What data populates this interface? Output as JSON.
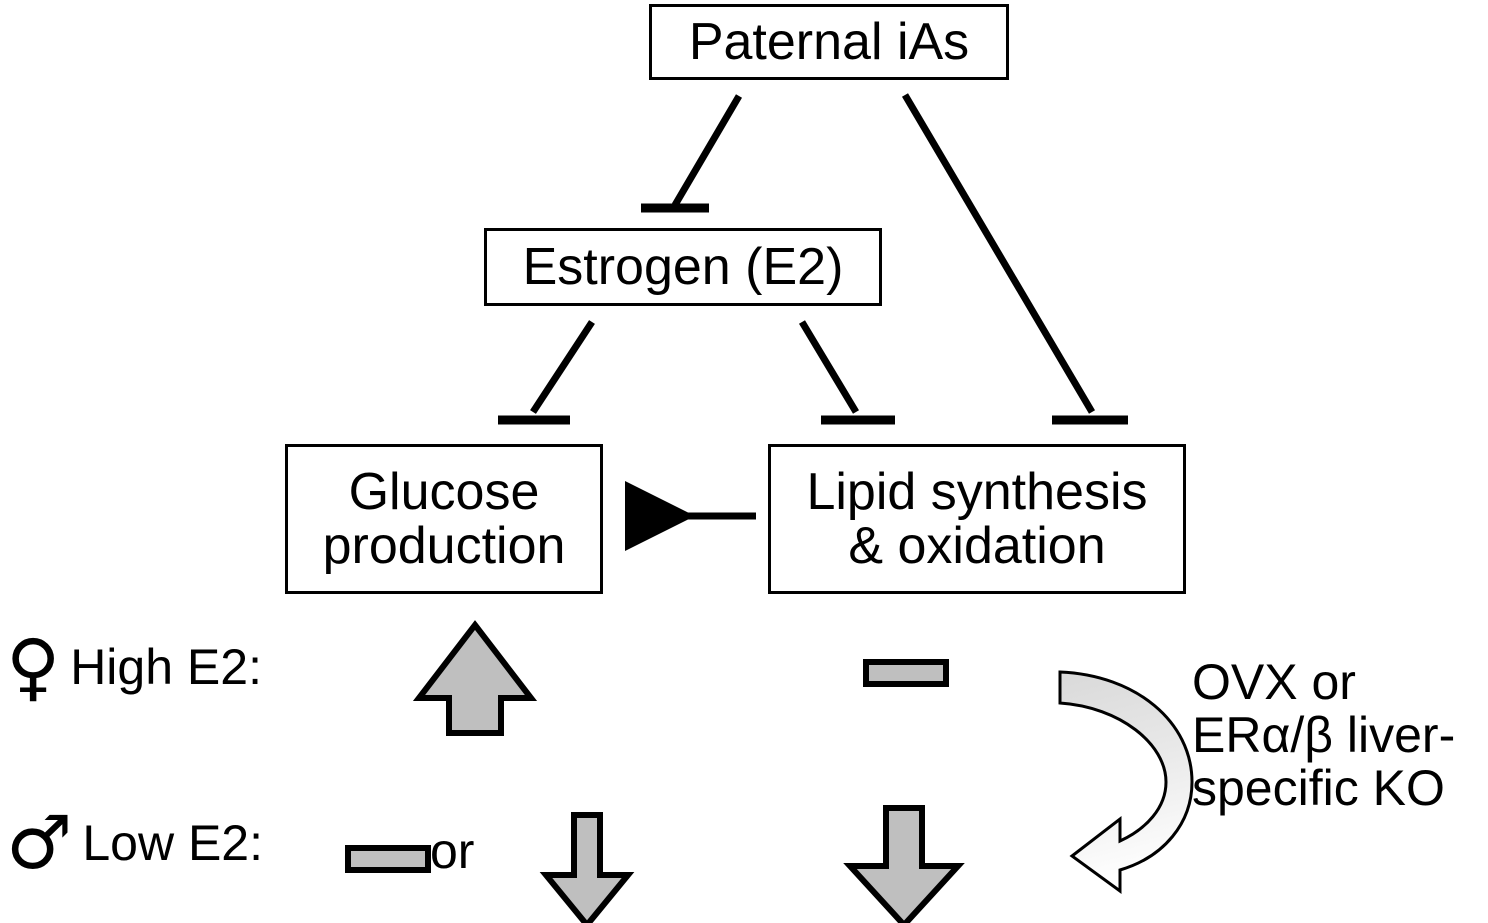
{
  "diagram": {
    "title_nodes": {
      "paternal": "Paternal iAs",
      "estrogen": "Estrogen (E2)",
      "glucose": "Glucose\nproduction",
      "lipid": "Lipid synthesis\n& oxidation"
    },
    "legend": {
      "female": {
        "symbol": "♀",
        "symbol_name": "female-symbol",
        "label": "High E2:",
        "glucose_effect": "up-arrow",
        "lipid_effect": "flat-bar"
      },
      "male": {
        "symbol": "♂",
        "symbol_name": "male-symbol",
        "label": "Low E2:",
        "glucose_effect_a": "flat-bar",
        "glucose_effect_connector": "or",
        "glucose_effect_b": "down-arrow",
        "lipid_effect": "down-arrow"
      }
    },
    "annotation": {
      "curved_arrow_name": "curved-transition-arrow",
      "text": "OVX or\nERα/β liver-\nspecific KO"
    },
    "edges": [
      {
        "name": "paternal-inhibits-estrogen",
        "type": "inhibition"
      },
      {
        "name": "paternal-inhibits-lipid",
        "type": "inhibition"
      },
      {
        "name": "estrogen-inhibits-glucose",
        "type": "inhibition"
      },
      {
        "name": "estrogen-inhibits-lipid",
        "type": "inhibition"
      },
      {
        "name": "lipid-to-glucose",
        "type": "activation-arrow"
      }
    ],
    "colors": {
      "stroke": "#000000",
      "background": "#ffffff",
      "arrow_fill": "#BFBFBF",
      "curved_arrow_fill_top": "#D9D9D9",
      "curved_arrow_fill_bottom": "#FFFFFF"
    }
  }
}
